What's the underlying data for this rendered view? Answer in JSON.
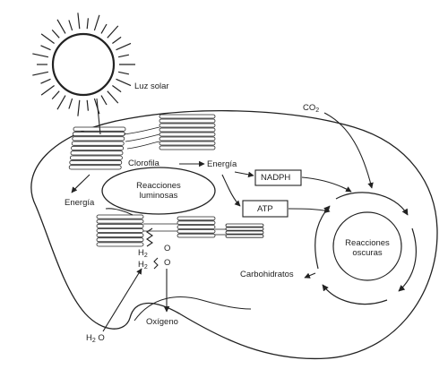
{
  "labels": {
    "sun": "Luz solar",
    "co2_main": "CO",
    "co2_sub": "2",
    "chlorophyll": "Clorofila",
    "energy_top": "Energía",
    "energy_left": "Energía",
    "light_reactions": "Reacciones luminosas",
    "nadph": "NADPH",
    "atp": "ATP",
    "dark_reactions": "Reacciones oscuras",
    "carbohydrates": "Carbohidratos",
    "h2o_split_1": "H",
    "h2o_split_1_sub": "2",
    "h2o_split_2": "H",
    "h2o_split_2_sub": "2",
    "o_1": "O",
    "o_2": "O",
    "oxygen": "Oxígeno",
    "water_main": "H",
    "water_sub": "2",
    "water_o": "O"
  },
  "colors": {
    "ink": "#222222",
    "paper": "#ffffff"
  }
}
